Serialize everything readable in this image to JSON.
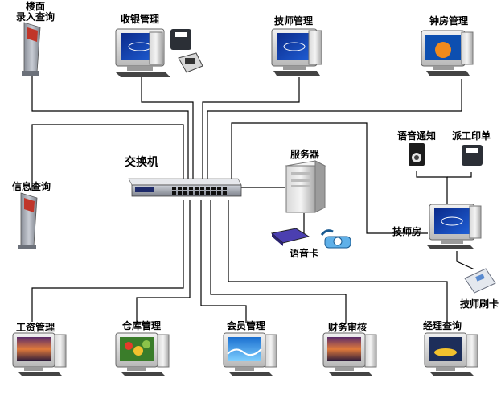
{
  "diagram": {
    "switch_label": "交换机",
    "server_label": "服务器",
    "voice_card_label": "语音卡",
    "nodes": {
      "kiosk_floor": [
        "楼面",
        "录入查询"
      ],
      "cashier": "收银管理",
      "technician_mgmt": "技师管理",
      "clock_room": "钟房管理",
      "info_query": "信息查询",
      "voice_notify": "语音通知",
      "dispatch_print": "派工印单",
      "tech_room": "技师房",
      "tech_card": "技师刷卡",
      "payroll": "工资管理",
      "warehouse": "仓库管理",
      "member": "会员管理",
      "finance": "财务审核",
      "manager_query": "经理查询"
    }
  }
}
